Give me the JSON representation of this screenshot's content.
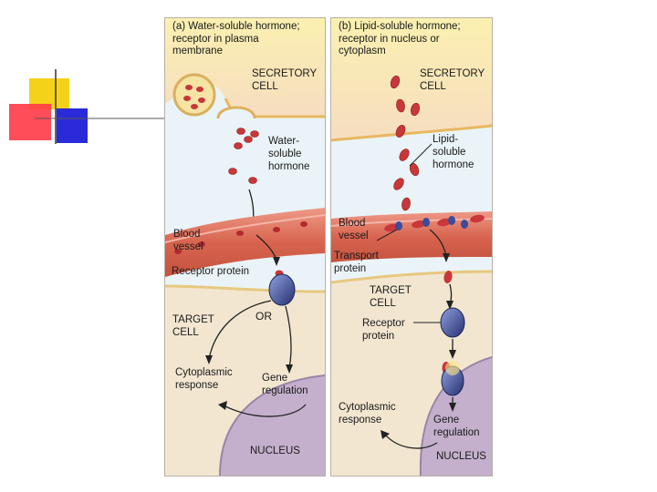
{
  "colors": {
    "background": "#ffffff",
    "deco_yellow": "#f5d21a",
    "deco_red": "#ff2233",
    "deco_blue": "#2a2ad8",
    "vessel": "#d96a58",
    "hormone": "#c8373a",
    "receptor": "#3b4c9a",
    "nucleus": "#b8a4c4"
  },
  "panel_a": {
    "heading": "(a) Water-soluble hormone;\n     receptor in plasma\n     membrane",
    "secretory_cell": "SECRETORY\nCELL",
    "hormone_label": "Water-\nsoluble\nhormone",
    "blood_vessel": "Blood\nvessel",
    "receptor_protein": "Receptor protein",
    "or_label": "OR",
    "target_cell": "TARGET\nCELL",
    "cytoplasmic_response": "Cytoplasmic\nresponse",
    "gene_regulation": "Gene\nregulation",
    "nucleus": "NUCLEUS"
  },
  "panel_b": {
    "heading": "(b) Lipid-soluble hormone;\n     receptor in nucleus or\n     cytoplasm",
    "secretory_cell": "SECRETORY\nCELL",
    "hormone_label": "Lipid-\nsoluble\nhormone",
    "blood_vessel": "Blood\nvessel",
    "transport_protein": "Transport\nprotein",
    "target_cell": "TARGET\nCELL",
    "receptor_protein": "Receptor\nprotein",
    "cytoplasmic_response": "Cytoplasmic\nresponse",
    "gene_regulation": "Gene\nregulation",
    "nucleus": "NUCLEUS"
  }
}
